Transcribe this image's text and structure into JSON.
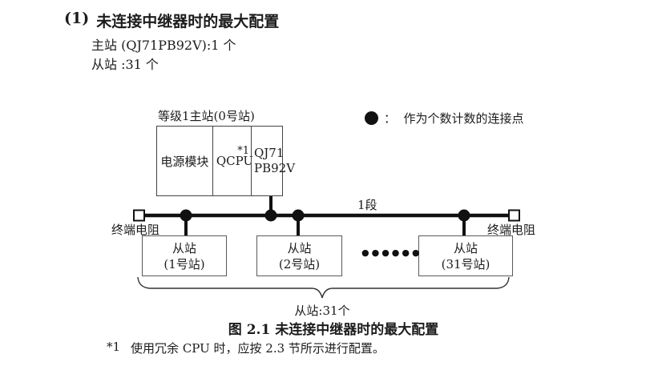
{
  "heading": {
    "number": "(1)",
    "title": "未连接中继器时的最大配置",
    "master_line": "主站 (QJ71PB92V):1 个",
    "slave_line": "从站 :31 个"
  },
  "legend": {
    "dot_icon": "filled-circle",
    "text": "：  作为个数计数的连接点"
  },
  "master": {
    "label": "等级1主站(0号站)",
    "cells": [
      {
        "label": "电源模块"
      },
      {
        "label": "QCPU",
        "note": "*1"
      },
      {
        "line1": "QJ71",
        "line2": "PB92V"
      }
    ]
  },
  "bus": {
    "segment_label": "1段",
    "terminator_left": "终端电阻",
    "terminator_right": "终端电阻"
  },
  "slaves": [
    {
      "line1": "从站",
      "line2": "(1号站)"
    },
    {
      "line1": "从站",
      "line2": "(2号站)"
    },
    {
      "line1": "从站",
      "line2": "(31号站)"
    }
  ],
  "ellipsis_between_slaves": "●●●●●●",
  "brace_label": "从站:31个",
  "caption": "图 2.1 未连接中继器时的最大配置",
  "footnote": {
    "marker": "*1",
    "text": "使用冗余 CPU 时，应按 2.3 节所示进行配置。"
  },
  "colors": {
    "line": "#111111",
    "text": "#1c1c1c",
    "background": "#ffffff"
  }
}
